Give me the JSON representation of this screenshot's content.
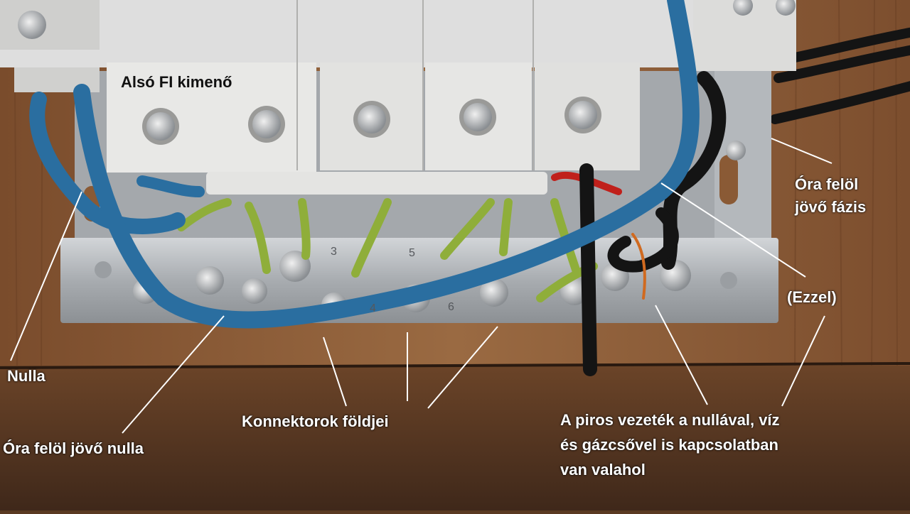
{
  "labels": {
    "also_fi": "Alsó FI kimenő",
    "ora_fazis_line1": "Óra felöl",
    "ora_fazis_line2": "jövő fázis",
    "ezzel": "(Ezzel)",
    "nulla": "Nulla",
    "ora_nulla": "Óra felöl jövő nulla",
    "konnektorok": "Konnektorok földjei",
    "piros_line1": "A piros vezeték a nullával, víz",
    "piros_line2": "és gázcsővel is kapcsolatban",
    "piros_line3": "van valahol"
  },
  "terminal_numbers": [
    "3",
    "4",
    "5",
    "6"
  ],
  "colors": {
    "wood": "#8a5a35",
    "wood_dark": "#4e3320",
    "breaker": "#e4e4e2",
    "metal": "#b8bcc0",
    "blue_wire": "#2a6ea0",
    "green_yellow": "#8fae3a",
    "black_wire": "#1a1a1a",
    "red_wire": "#c0201b",
    "leader": "#ffffff"
  }
}
